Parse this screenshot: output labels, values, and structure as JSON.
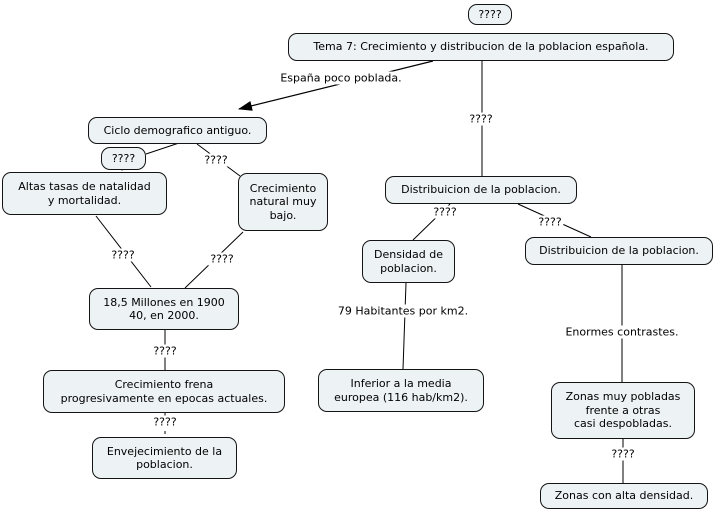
{
  "diagram_type": "concept-map",
  "colors": {
    "background": "#ffffff",
    "node_fill": "#edf2f5",
    "node_border": "#141414",
    "line": "#000000",
    "text": "#000000"
  },
  "nodes": {
    "unknown_top": {
      "text": "????"
    },
    "tema7": {
      "text": "Tema 7: Crecimiento y distribucion de la poblacion española."
    },
    "ciclo": {
      "text": "Ciclo demografico antiguo."
    },
    "unknown_small": {
      "text": "????"
    },
    "altas_tasas": {
      "text": "Altas tasas de natalidad\ny mortalidad."
    },
    "crecimiento_natural": {
      "text": "Crecimiento\nnatural muy\nbajo."
    },
    "millones": {
      "text": "18,5 Millones en 1900\n40, en 2000."
    },
    "crecimiento_frena": {
      "text": "Crecimiento frena\nprogresivamente en epocas actuales."
    },
    "envejecimiento": {
      "text": "Envejecimiento de la\npoblacion."
    },
    "distribucion_1": {
      "text": "Distribuicion de la poblacion."
    },
    "densidad": {
      "text": "Densidad de\npoblacion."
    },
    "distribucion_2": {
      "text": "Distribuicion de la poblacion."
    },
    "inferior_media": {
      "text": "Inferior a la media\neuropea (116 hab/km2)."
    },
    "zonas_contraste": {
      "text": "Zonas muy pobladas\nfrente a otras\ncasi despobladas."
    },
    "zonas_alta": {
      "text": "Zonas con alta densidad."
    }
  },
  "link_labels": {
    "espana_poco_poblada": {
      "text": "España poco poblada."
    },
    "q_ciclo_natural": {
      "text": "????"
    },
    "q_altas_millones": {
      "text": "????"
    },
    "q_natural_millones": {
      "text": "????"
    },
    "q_millones_frena": {
      "text": "????"
    },
    "q_frena_envejecimiento": {
      "text": "????"
    },
    "q_tema_distribucion": {
      "text": "????"
    },
    "q_dist_densidad": {
      "text": "????"
    },
    "q_dist_dist2": {
      "text": "????"
    },
    "habitantes_km2": {
      "text": "79 Habitantes por km2."
    },
    "enormes_contrastes": {
      "text": "Enormes contrastes."
    },
    "q_zonas_alta": {
      "text": "????"
    }
  }
}
